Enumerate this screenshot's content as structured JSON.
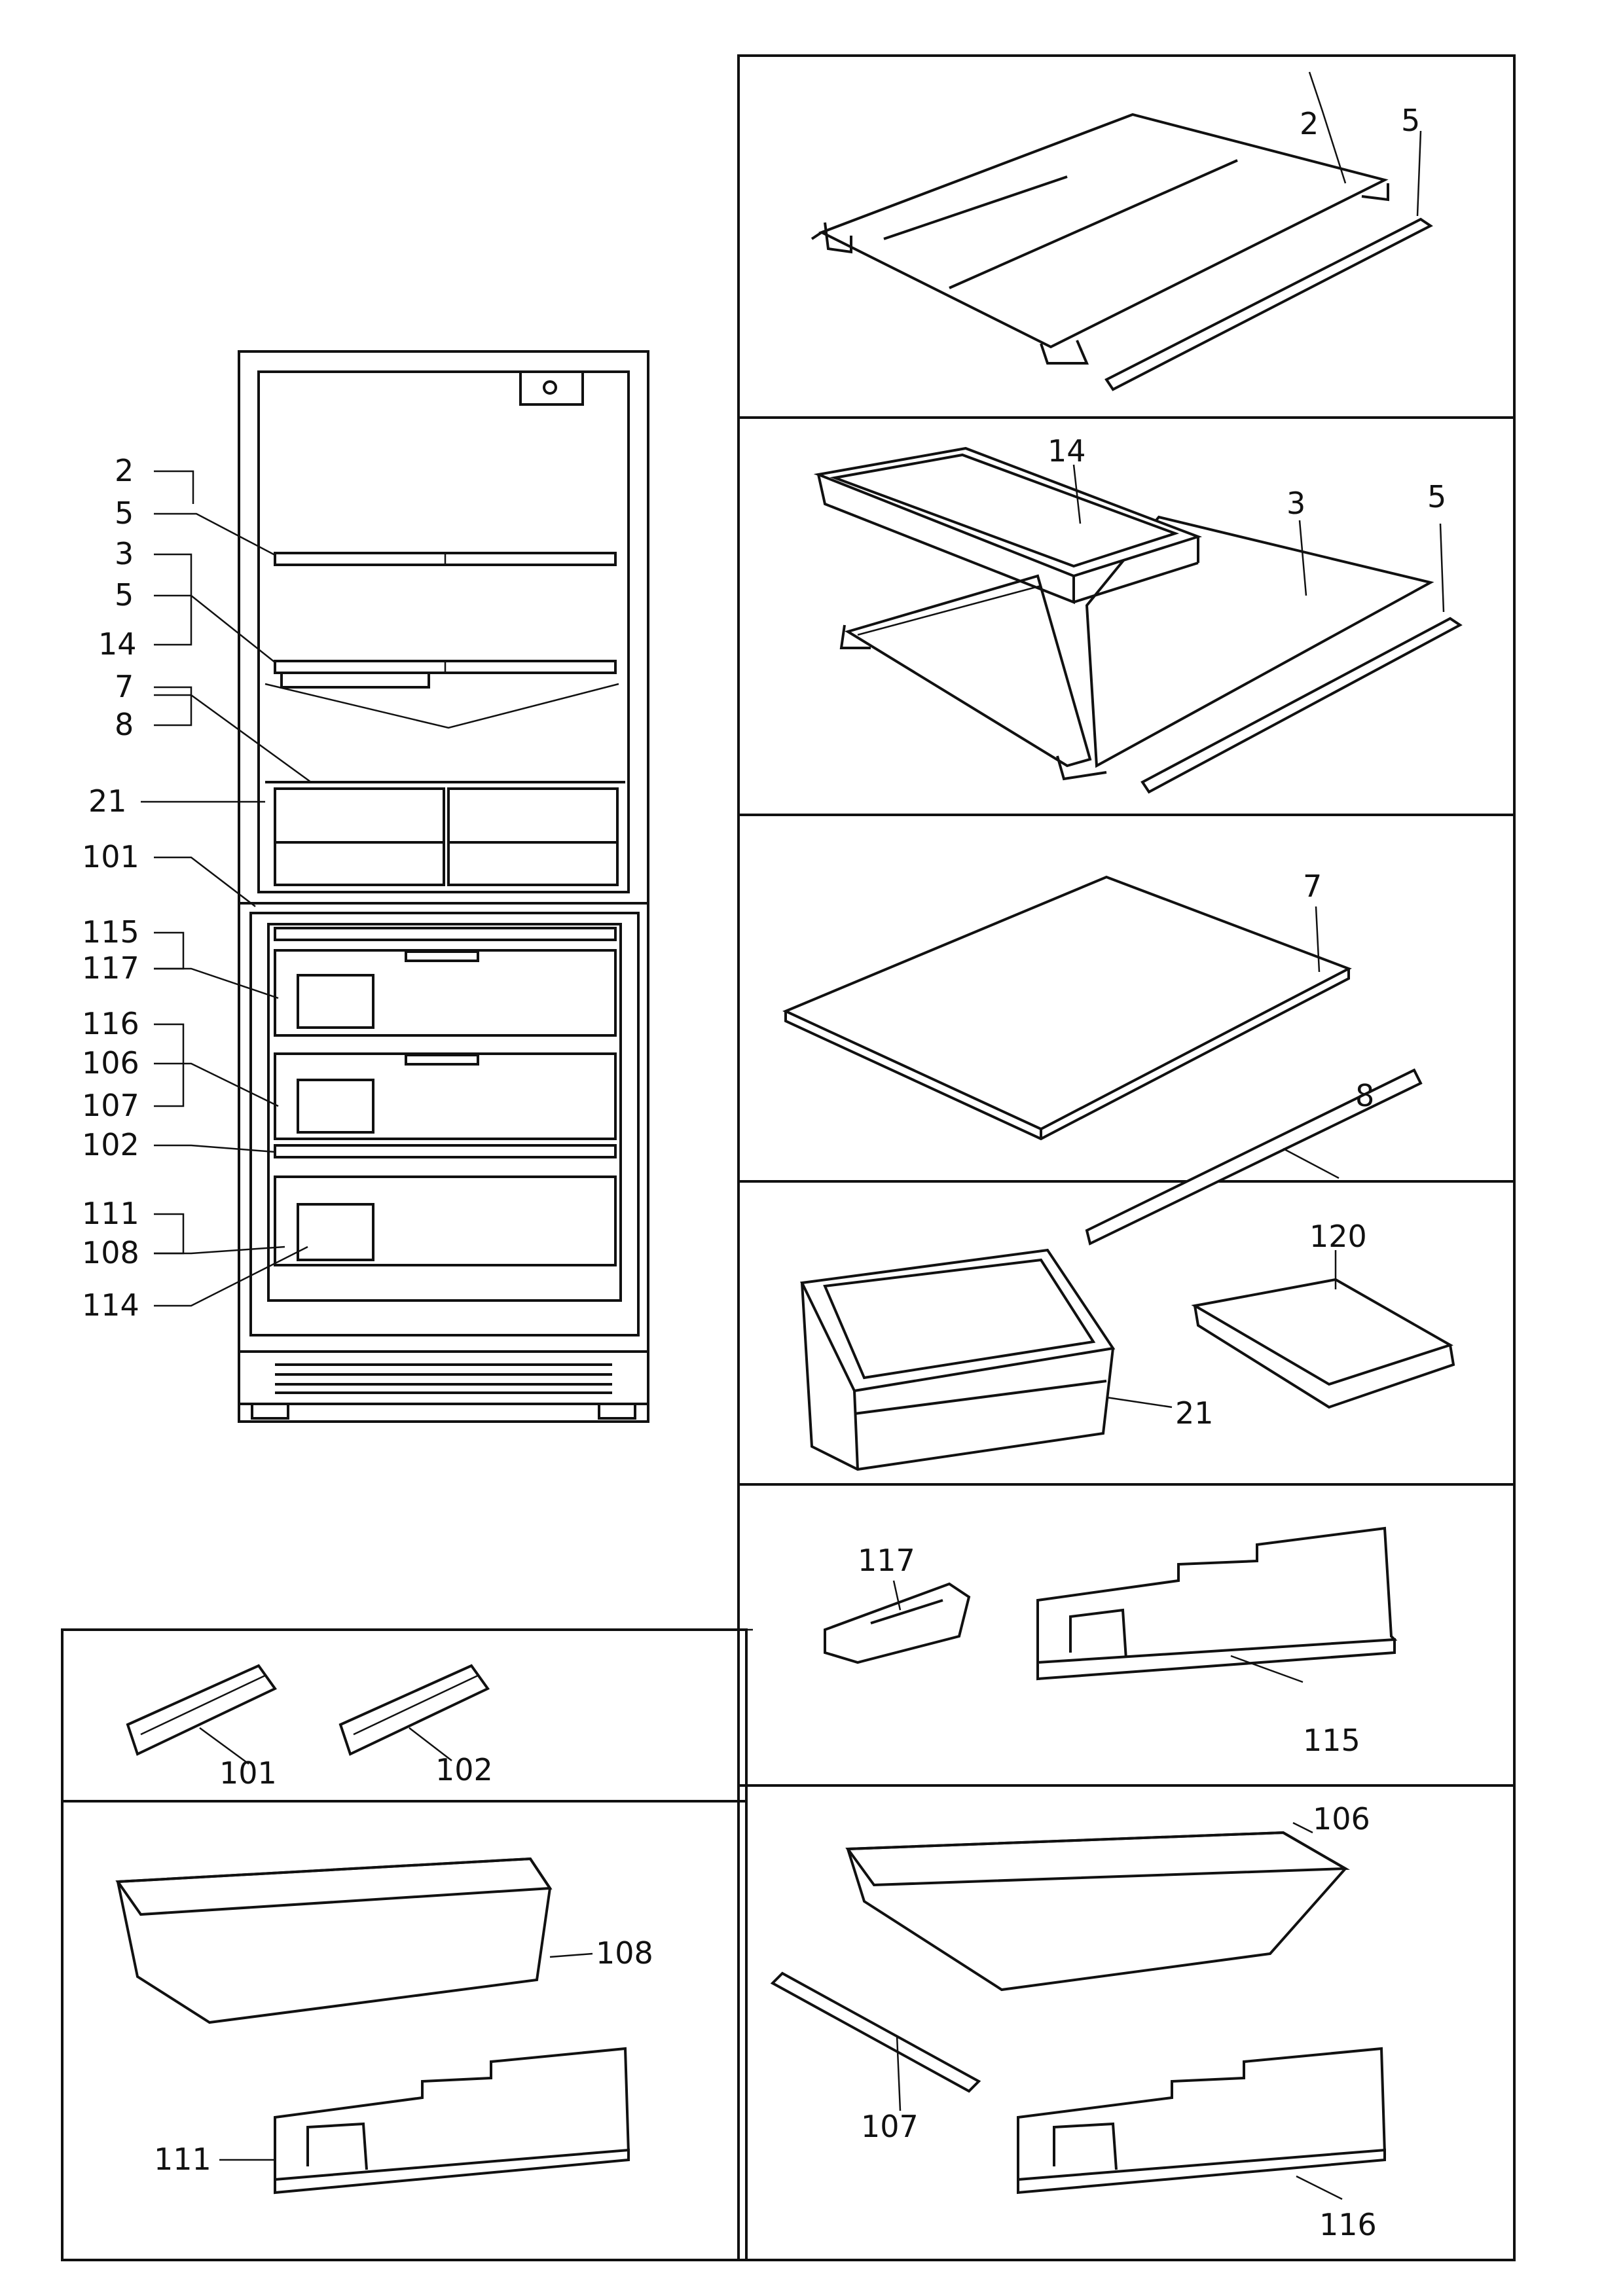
{
  "callouts": {
    "cabinet": {
      "c2": "2",
      "c5a": "5",
      "c3": "3",
      "c5b": "5",
      "c14": "14",
      "c7": "7",
      "c8": "8",
      "c21": "21",
      "c101": "101",
      "c115": "115",
      "c117": "117",
      "c116": "116",
      "c106": "106",
      "c107": "107",
      "c102": "102",
      "c111": "111",
      "c108": "108",
      "c114": "114"
    },
    "panel_wire_shelf": {
      "c2": "2",
      "c5": "5"
    },
    "panel_shelf_tray": {
      "c14": "14",
      "c3": "3",
      "c5": "5"
    },
    "panel_glass_shelf": {
      "c7": "7",
      "c8": "8"
    },
    "panel_crisper": {
      "c21": "21",
      "c120": "120"
    },
    "panel_cover": {
      "c117": "117",
      "c115": "115"
    },
    "panel_rails": {
      "c101": "101",
      "c102": "102"
    },
    "panel_basket_left": {
      "c108": "108",
      "c111": "111"
    },
    "panel_basket_right": {
      "c106": "106",
      "c107": "107",
      "c116": "116"
    }
  }
}
